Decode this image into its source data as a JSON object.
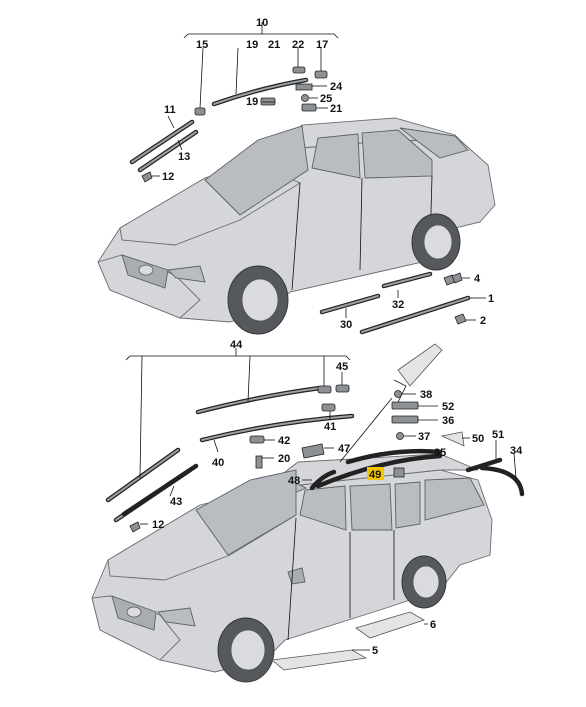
{
  "callouts": {
    "p10": "10",
    "p15": "15",
    "p19a": "19",
    "p21a": "21",
    "p22": "22",
    "p17": "17",
    "p24": "24",
    "p25": "25",
    "p19b": "19",
    "p21b": "21",
    "p11": "11",
    "p13": "13",
    "p12a": "12",
    "p4": "4",
    "p1": "1",
    "p32": "32",
    "p2": "2",
    "p30": "30",
    "p44": "44",
    "p45": "45",
    "p41": "41",
    "p42": "42",
    "p47": "47",
    "p40": "40",
    "p20": "20",
    "p48": "48",
    "p49": "49",
    "p43": "43",
    "p12b": "12",
    "p38": "38",
    "p52": "52",
    "p36": "36",
    "p37": "37",
    "p50": "50",
    "p51": "51",
    "p35": "35",
    "p34": "34",
    "p6": "6",
    "p5": "5"
  },
  "colors": {
    "highlight": "#f5c400",
    "line": "#111111",
    "body": "#d4d6d9"
  }
}
